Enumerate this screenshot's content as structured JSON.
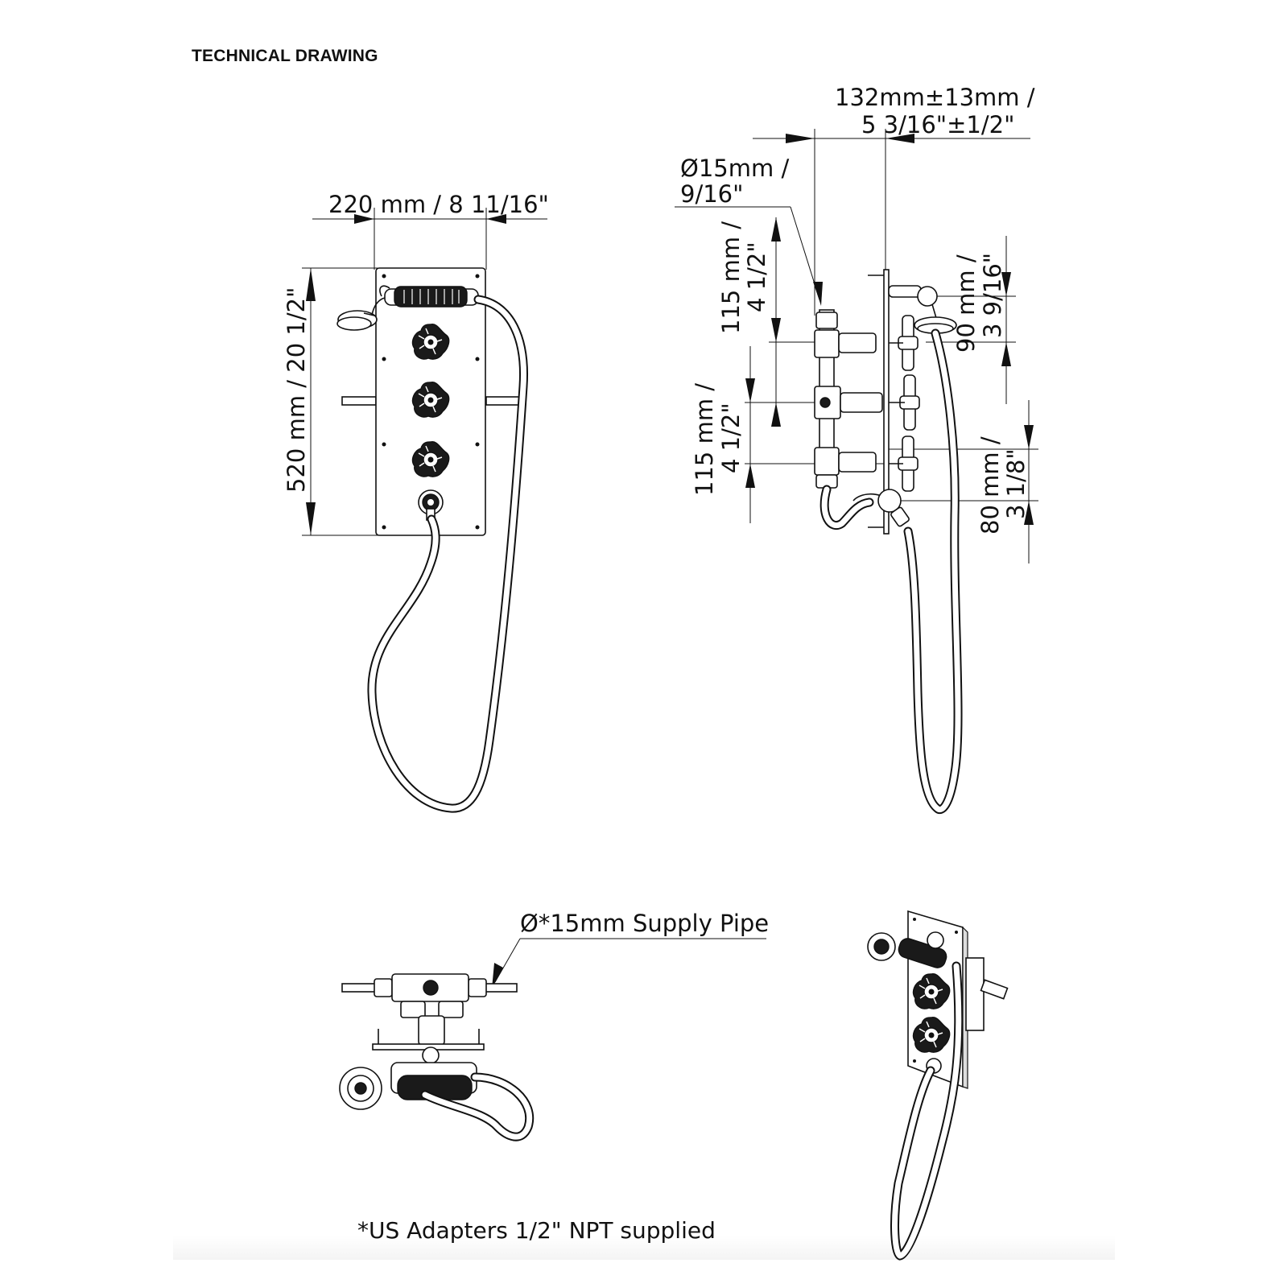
{
  "page": {
    "heading": "TECHNICAL DRAWING",
    "footnote": "*US Adapters 1/2\" NPT supplied"
  },
  "front_view": {
    "width_label": "220 mm / 8 11/16\"",
    "height_label": "520 mm / 20 1/2\""
  },
  "side_view": {
    "depth_label_line1": "132mm±13mm /",
    "depth_label_line2": "5 3/16\"±1/2\"",
    "pipe_diameter_line1": "Ø15mm /",
    "pipe_diameter_line2": "9/16\"",
    "upper_spacing_line1": "115 mm /",
    "upper_spacing_line2": "4 1/2\"",
    "lower_spacing_line1": "115 mm /",
    "lower_spacing_line2": "4 1/2\"",
    "showerhead_offset_line1": "90 mm /",
    "showerhead_offset_line2": "3 9/16\"",
    "outlet_offset_line1": "80 mm /",
    "outlet_offset_line2": "3 1/8\""
  },
  "top_view": {
    "supply_pipe_label": "Ø*15mm Supply Pipe"
  },
  "icons": [
    "shower-head-icon",
    "wheel-valve-handle-icon",
    "cross-valve-handle-icon",
    "hose-outlet-icon"
  ]
}
